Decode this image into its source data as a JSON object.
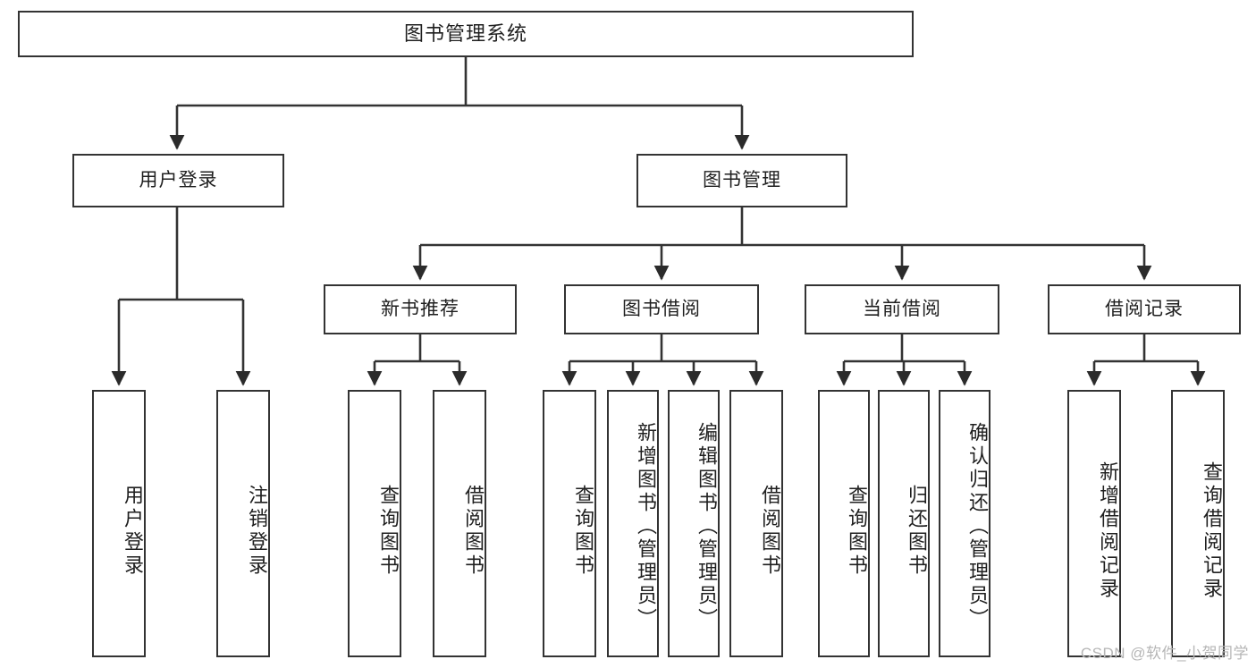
{
  "diagram": {
    "title": "图书管理系统",
    "type": "tree",
    "watermark": "CSDN @软件_小贺同学",
    "colors": {
      "stroke": "#333333",
      "fill": "#ffffff",
      "text": "#1f1f1f",
      "watermark": "#b6b6b6"
    },
    "nodes": {
      "root": "图书管理系统",
      "level2": {
        "user_login": "用户登录",
        "book_manage": "图书管理"
      },
      "level3": {
        "new_book_recommend": "新书推荐",
        "book_borrow": "图书借阅",
        "current_borrow": "当前借阅",
        "borrow_record": "借阅记录"
      },
      "leaves": {
        "user_login_1": "用户登录",
        "user_login_2": "注销登录",
        "new_book_1": "查询图书",
        "new_book_2": "借阅图书",
        "book_borrow_1": "查询图书",
        "book_borrow_2": "新增图书（管理员）",
        "book_borrow_3": "编辑图书（管理员）",
        "book_borrow_4": "借阅图书",
        "current_borrow_1": "查询图书",
        "current_borrow_2": "归还图书",
        "current_borrow_3": "确认归还（管理员）",
        "borrow_record_1": "新增借阅记录",
        "borrow_record_2": "查询借阅记录"
      }
    },
    "edges": [
      {
        "from": "root",
        "to": "user_login"
      },
      {
        "from": "root",
        "to": "book_manage"
      },
      {
        "from": "user_login",
        "to": "user_login_1"
      },
      {
        "from": "user_login",
        "to": "user_login_2"
      },
      {
        "from": "book_manage",
        "to": "new_book_recommend"
      },
      {
        "from": "book_manage",
        "to": "book_borrow"
      },
      {
        "from": "book_manage",
        "to": "current_borrow"
      },
      {
        "from": "book_manage",
        "to": "borrow_record"
      },
      {
        "from": "new_book_recommend",
        "to": "new_book_1"
      },
      {
        "from": "new_book_recommend",
        "to": "new_book_2"
      },
      {
        "from": "book_borrow",
        "to": "book_borrow_1"
      },
      {
        "from": "book_borrow",
        "to": "book_borrow_2"
      },
      {
        "from": "book_borrow",
        "to": "book_borrow_3"
      },
      {
        "from": "book_borrow",
        "to": "book_borrow_4"
      },
      {
        "from": "current_borrow",
        "to": "current_borrow_1"
      },
      {
        "from": "current_borrow",
        "to": "current_borrow_2"
      },
      {
        "from": "current_borrow",
        "to": "current_borrow_3"
      },
      {
        "from": "borrow_record",
        "to": "borrow_record_1"
      },
      {
        "from": "borrow_record",
        "to": "borrow_record_2"
      }
    ]
  }
}
